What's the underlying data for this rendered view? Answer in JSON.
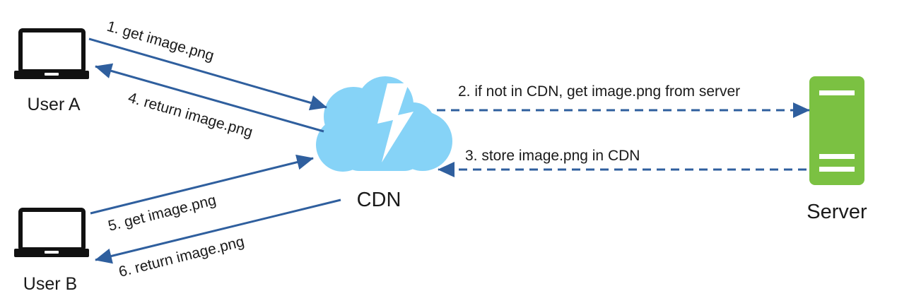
{
  "diagram": {
    "nodes": {
      "user_a": "User A",
      "user_b": "User B",
      "cdn": "CDN",
      "server": "Server"
    },
    "edges": {
      "step1": "1. get image.png",
      "step2": "2. if not in CDN, get image.png from server",
      "step3": "3. store image.png in CDN",
      "step4": "4. return image.png",
      "step5": "5. get image.png",
      "step6": "6. return image.png"
    },
    "icons": {
      "user_a": "laptop-icon",
      "user_b": "laptop-icon",
      "cdn": "cloud-lightning-icon",
      "server": "server-icon"
    },
    "colors": {
      "arrow": "#2f5f9e",
      "cloud": "#86d3f7",
      "server": "#7bc142",
      "laptop": "#111111"
    }
  }
}
